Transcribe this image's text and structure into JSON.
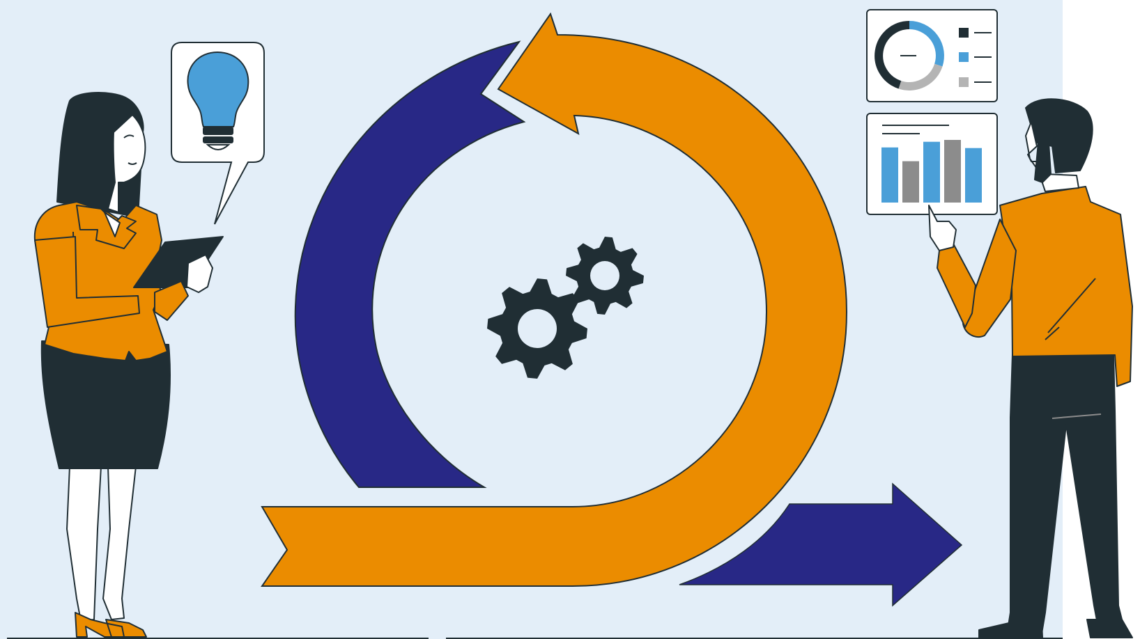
{
  "colors": {
    "background": "#e3eef8",
    "orange": "#eb8c00",
    "navy": "#282886",
    "dark": "#202e34",
    "blue": "#4a9fd8",
    "grey": "#8c8c8c",
    "light_grey": "#b4b4b4",
    "white": "#ffffff",
    "skin": "#ffffff"
  },
  "icons": {
    "idea": "lightbulb-icon",
    "process": "gears-icon",
    "cycle": "iteration-cycle-arrow",
    "forward": "right-arrow-icon"
  },
  "dashboard": {
    "donut_fractions": [
      0.45,
      0.3,
      0.25
    ],
    "bar_levels": [
      0.88,
      0.66,
      0.97,
      1.0,
      0.87
    ]
  }
}
